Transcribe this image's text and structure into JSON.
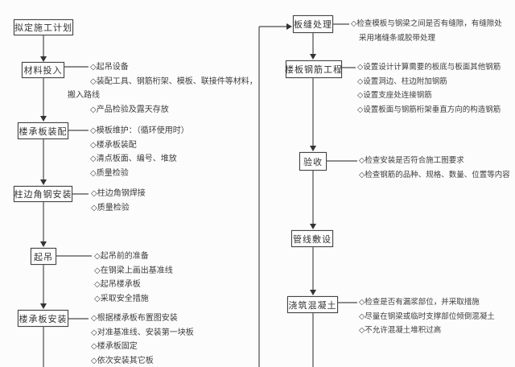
{
  "flowchart": {
    "colors": {
      "line": "#4a4a4a",
      "box_border": "#454545",
      "text": "#3c3c3c",
      "background": "#fcfcfc"
    },
    "bullet_glyph": "◇",
    "left_column": {
      "steps": [
        {
          "label": "拟定施工计划",
          "notes": []
        },
        {
          "label": "材料投入",
          "notes": [
            "◇起吊设备",
            "◇装配工具、钢筋桁架、模板、联接件等材料，",
            "搬入路线",
            "◇产品检验及露天存放"
          ]
        },
        {
          "label": "楼承板装配",
          "notes": [
            "◇模板维护：（循环使用时）",
            "◇楼承板装配",
            "◇清点板面、编号、堆放",
            "◇质量检验"
          ]
        },
        {
          "label": "柱边角钢安装",
          "notes": [
            "◇柱边角钢焊接",
            "◇质量检验"
          ]
        },
        {
          "label": "起吊",
          "notes": [
            "◇起吊前的准备",
            "◇在钢梁上画出基准线",
            "◇起吊楼承板",
            "◇采取安全措施"
          ]
        },
        {
          "label": "楼承板安装",
          "notes": [
            "◇根据楼承板布置图安装",
            "◇对准基准线、安装第一块板",
            "◇楼承板固定",
            "◇依次安装其它板"
          ]
        }
      ]
    },
    "right_column": {
      "steps": [
        {
          "label": "板缝处理",
          "notes": [
            "◇检查模板与钢梁之间是否有缝隙，有缝隙处",
            "采用堵缝条或胶带处理"
          ]
        },
        {
          "label": "楼板钢筋工程",
          "notes": [
            "◇设置设计计算需要的板底与板面其他钢筋",
            "◇设置洞边、柱边附加钢筋",
            "◇设置支座处连接钢筋",
            "◇设置板面与钢筋桁架垂直方向的构造钢筋"
          ]
        },
        {
          "label": "验收",
          "notes": [
            "◇检查安装是否符合施工图要求",
            "◇检查钢筋的品种、规格、数量、位置等内容"
          ]
        },
        {
          "label": "管线敷设",
          "notes": []
        },
        {
          "label": "浇筑混凝土",
          "notes": [
            "◇检查是否有漏浆部位，并采取措施",
            "◇尽量在钢梁或临时支撑部位倾倒混凝土",
            "◇不允许混凝土堆积过高"
          ]
        }
      ]
    }
  }
}
